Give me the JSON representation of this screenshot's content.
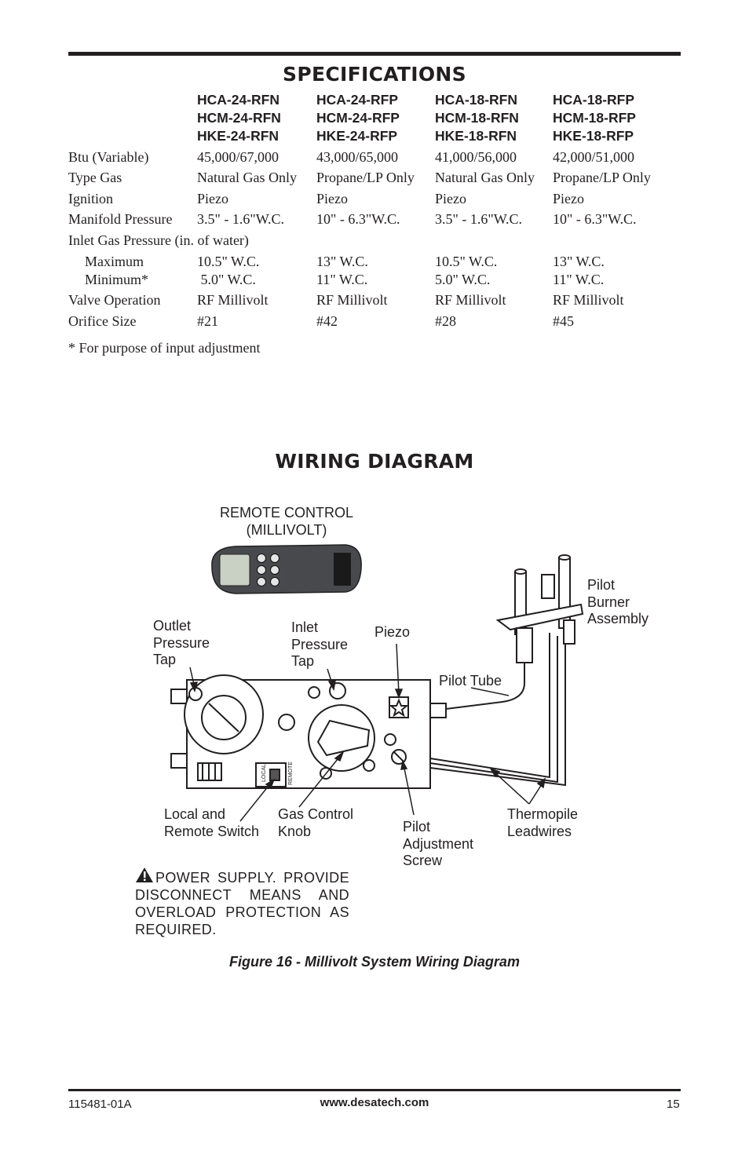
{
  "specifications": {
    "title": "SPECIFICATIONS",
    "columns": [
      [
        "HCA-24-RFN",
        "HCM-24-RFN",
        "HKE-24-RFN"
      ],
      [
        "HCA-24-RFP",
        "HCM-24-RFP",
        "HKE-24-RFP"
      ],
      [
        "HCA-18-RFN",
        "HCM-18-RFN",
        "HKE-18-RFN"
      ],
      [
        "HCA-18-RFP",
        "HCM-18-RFP",
        "HKE-18-RFP"
      ]
    ],
    "rows": [
      {
        "label": "Btu (Variable)",
        "values": [
          "45,000/67,000",
          "43,000/65,000",
          "41,000/56,000",
          "42,000/51,000"
        ]
      },
      {
        "label": "Type Gas",
        "values": [
          "Natural Gas Only",
          "Propane/LP Only",
          "Natural Gas Only",
          "Propane/LP Only"
        ]
      },
      {
        "label": "Ignition",
        "values": [
          "Piezo",
          "Piezo",
          "Piezo",
          "Piezo"
        ]
      },
      {
        "label": "Manifold Pressure",
        "values": [
          "3.5\" - 1.6\"W.C.",
          "10\" - 6.3\"W.C.",
          "3.5\" - 1.6\"W.C.",
          "10\" - 6.3\"W.C."
        ]
      },
      {
        "label": "Inlet Gas Pressure (in. of water)",
        "values": []
      },
      {
        "label": "Maximum",
        "values": [
          "10.5\" W.C.",
          "13\" W.C.",
          "10.5\" W.C.",
          "13\" W.C."
        ]
      },
      {
        "label": "Minimum*",
        "values": [
          " 5.0\" W.C.",
          "11\" W.C.",
          "5.0\" W.C.",
          "11\" W.C."
        ]
      },
      {
        "label": "Valve Operation",
        "values": [
          "RF Millivolt",
          "RF Millivolt",
          "RF Millivolt",
          "RF Millivolt"
        ]
      },
      {
        "label": "Orifice Size",
        "values": [
          "#21",
          "#42",
          "#28",
          "#45"
        ]
      }
    ],
    "footnote": "* For purpose of input adjustment"
  },
  "wiring": {
    "title": "WIRING DIAGRAM",
    "labels": {
      "remote_control": [
        "REMOTE CONTROL",
        "(MILLIVOLT)"
      ],
      "pilot_burner": [
        "Pilot",
        "Burner",
        "Assembly"
      ],
      "outlet_tap": [
        "Outlet",
        "Pressure",
        "Tap"
      ],
      "inlet_tap": [
        "Inlet",
        "Pressure",
        "Tap"
      ],
      "piezo": "Piezo",
      "pilot_tube": "Pilot Tube",
      "local_remote": [
        "Local and",
        "Remote Switch"
      ],
      "gas_knob": [
        "Gas Control",
        "Knob"
      ],
      "pilot_adjust": [
        "Pilot",
        "Adjustment",
        "Screw"
      ],
      "thermopile": [
        "Thermopile",
        "Leadwires"
      ],
      "switch_local": "LOCAL",
      "switch_remote": "REMOTE"
    },
    "warning": "POWER SUPPLY. PROVIDE DISCONNECT MEANS AND OVERLOAD PROTECTION AS REQUIRED.",
    "caption": "Figure 16 - Millivolt System Wiring Diagram"
  },
  "footer": {
    "doc_number": "115481-01A",
    "website": "www.desatech.com",
    "page": "15"
  }
}
